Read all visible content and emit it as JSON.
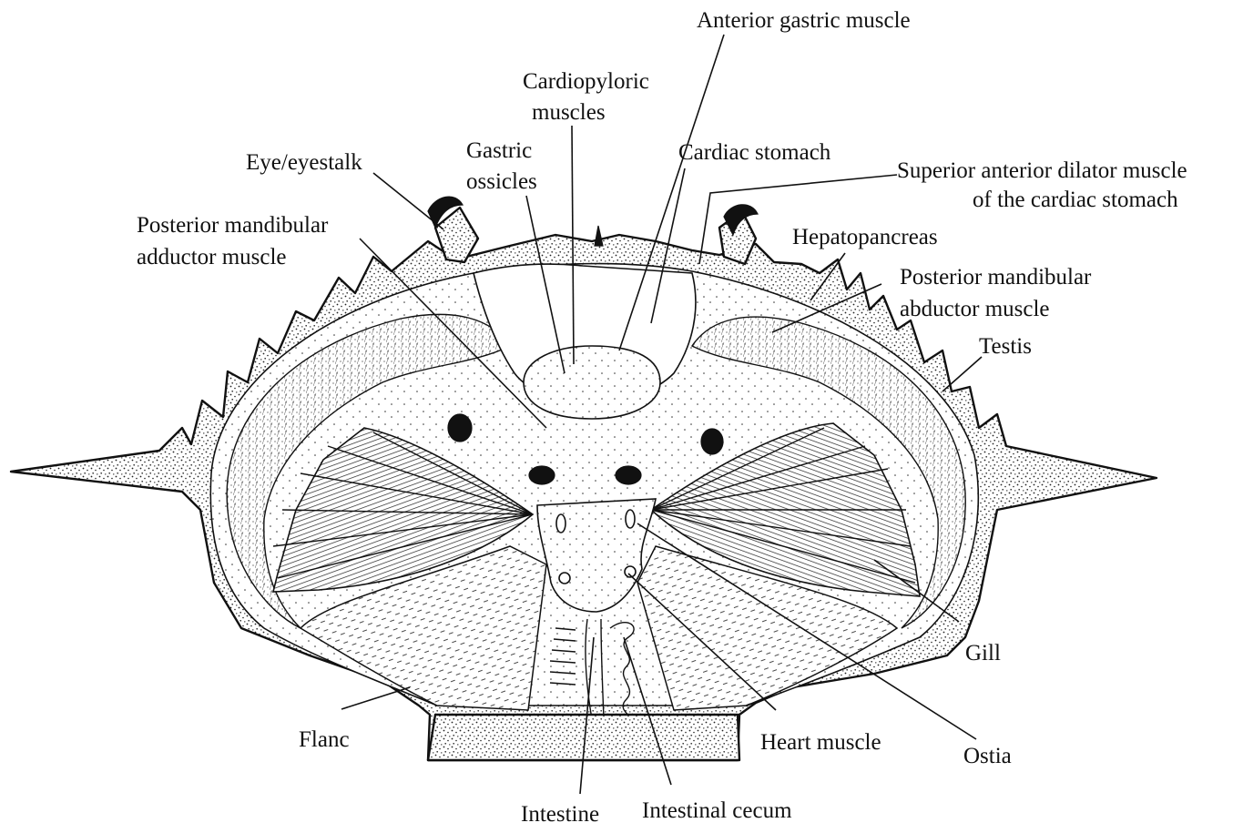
{
  "labels": {
    "anterior_gastric_muscle": "Anterior gastric muscle",
    "cardiopyloric_1": "Cardiopyloric",
    "cardiopyloric_2": "muscles",
    "gastric_1": "Gastric",
    "gastric_2": "ossicles",
    "cardiac_stomach": "Cardiac  stomach",
    "superior_1": "Superior anterior dilator muscle",
    "superior_2": "of the cardiac stomach",
    "eye": "Eye/eyestalk",
    "post_add_1": "Posterior  mandibular",
    "post_add_2": "adductor muscle",
    "hepatopancreas": "Hepatopancreas",
    "post_abd_1": "Posterior mandibular",
    "post_abd_2": "abductor muscle",
    "testis": "Testis",
    "gill": "Gill",
    "flanc": "Flanc",
    "heart_muscle": "Heart muscle",
    "ostia": "Ostia",
    "intestine": "Intestine",
    "intestinal_cecum": "Intestinal cecum"
  }
}
